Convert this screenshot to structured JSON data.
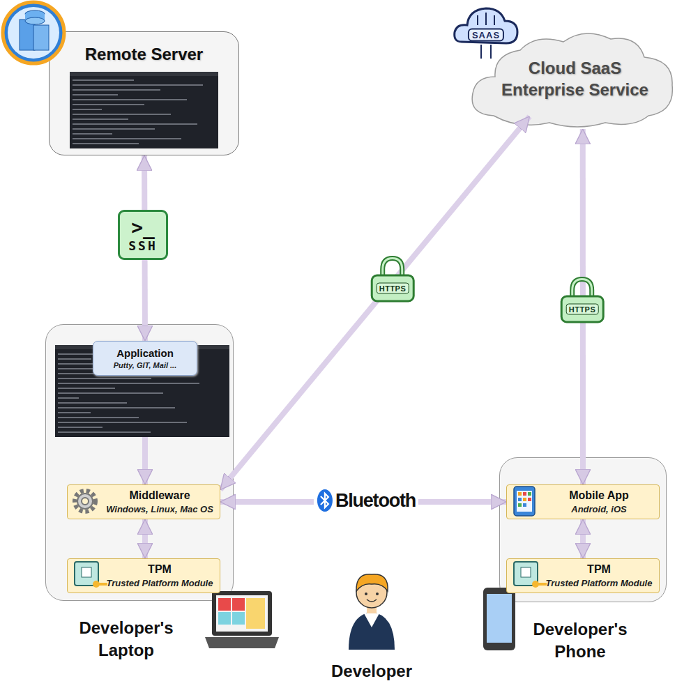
{
  "diagram": {
    "nodes": [
      {
        "text": [
          "Remote Server"
        ]
      },
      {
        "text": [
          "Cloud SaaS Enterprise Service"
        ]
      },
      {
        "text": [
          "Developer's Laptop"
        ]
      },
      {
        "text": [
          "Application",
          "Putty, GIT, Mail ..."
        ],
        "in": 2
      },
      {
        "text": [
          "Middleware",
          "Windows, Linux, Mac OS"
        ],
        "in": 2
      },
      {
        "text": [
          "TPM",
          "Trusted Platform Module"
        ],
        "in": 2
      },
      {
        "text": [
          "Developer's Phone"
        ]
      },
      {
        "text": [
          "Mobile App",
          "Android, iOS"
        ],
        "in": 6
      },
      {
        "text": [
          "TPM",
          "Trusted Platform Module"
        ],
        "in": 6
      }
    ],
    "edges": [
      {
        "from": 0,
        "to": 3,
        "arrow": "both",
        "label": "SSH"
      },
      {
        "from": 1,
        "to": 4,
        "arrow": "both",
        "label": "HTTPS"
      },
      {
        "from": 1,
        "to": 7,
        "arrow": "both",
        "label": "HTTPS"
      },
      {
        "from": 4,
        "to": 7,
        "arrow": "both",
        "label": "Bluetooth"
      },
      {
        "from": 3,
        "to": 4,
        "arrow": "both"
      },
      {
        "from": 4,
        "to": 5,
        "arrow": "both"
      },
      {
        "from": 7,
        "to": 8,
        "arrow": "both"
      }
    ],
    "labels": [
      ">_",
      "SAAS",
      "Developer"
    ]
  }
}
